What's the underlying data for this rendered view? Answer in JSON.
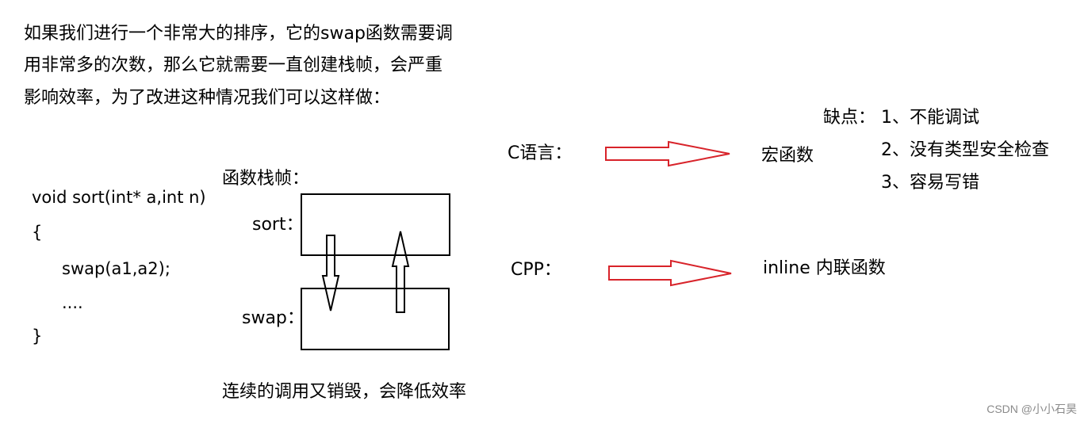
{
  "intro": [
    "如果我们进行一个非常大的排序，它的swap函数需要调",
    "用非常多的次数，那么它就需要一直创建栈帧，会严重",
    "影响效率，为了改进这种情况我们可以这样做："
  ],
  "code": [
    "void sort(int* a,int n)",
    "{",
    "swap(a1,a2);",
    "....",
    "}"
  ],
  "stack": {
    "title": "函数栈帧：",
    "sort_label": "sort：",
    "swap_label": "swap：",
    "caption": "连续的调用又销毁，会降低效率"
  },
  "c_lang": {
    "label": "C语言：",
    "target": "宏函数"
  },
  "cpp": {
    "label": "CPP：",
    "target": "inline 内联函数"
  },
  "drawbacks": {
    "title": "缺点：",
    "items": [
      "1、不能调试",
      "2、没有类型安全检查",
      "3、容易写错"
    ]
  },
  "watermark": "CSDN @小小石昊",
  "colors": {
    "arrow_red": "#d8232a",
    "stroke": "#000000",
    "watermark": "#8a8a8a"
  }
}
